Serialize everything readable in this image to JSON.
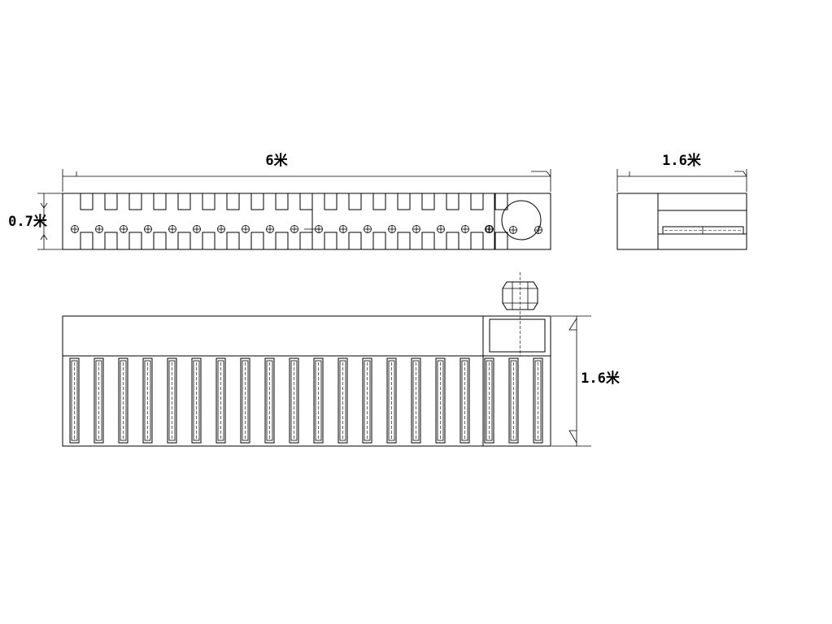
{
  "dimensions": {
    "top_width": "6米",
    "top_height": "0.7米",
    "side_width": "1.6米",
    "plan_depth": "1.6米"
  },
  "colors": {
    "line": "#000000",
    "background": "#ffffff"
  }
}
